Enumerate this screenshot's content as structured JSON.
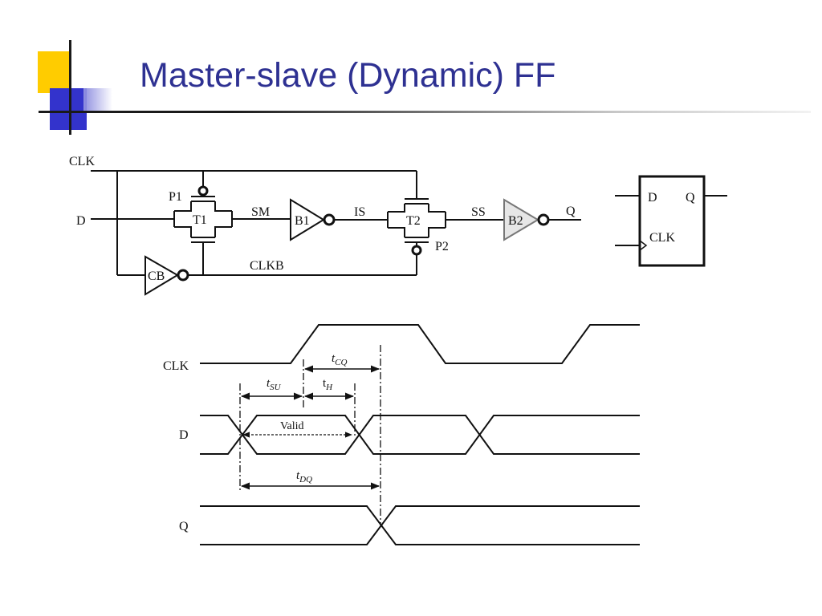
{
  "slide": {
    "title": "Master-slave (Dynamic) FF"
  },
  "circuit": {
    "clk": "CLK",
    "d": "D",
    "p1": "P1",
    "t1": "T1",
    "sm": "SM",
    "b1": "B1",
    "is": "IS",
    "t2": "T2",
    "p2": "P2",
    "ss": "SS",
    "b2": "B2",
    "q": "Q",
    "cb": "CB",
    "clkb": "CLKB"
  },
  "symbol": {
    "d": "D",
    "q": "Q",
    "clk": "CLK"
  },
  "timing": {
    "clk": "CLK",
    "d": "D",
    "q": "Q",
    "valid": "Valid",
    "tcq_t": "t",
    "tcq_sub": "CQ",
    "tsu_t": "t",
    "tsu_sub": "SU",
    "th_t": "t",
    "th_sub": "H",
    "tdq_t": "t",
    "tdq_sub": "DQ"
  },
  "colors": {
    "title": "#2e3192",
    "accent_yellow": "#ffcc00",
    "accent_blue": "#3333cc"
  }
}
